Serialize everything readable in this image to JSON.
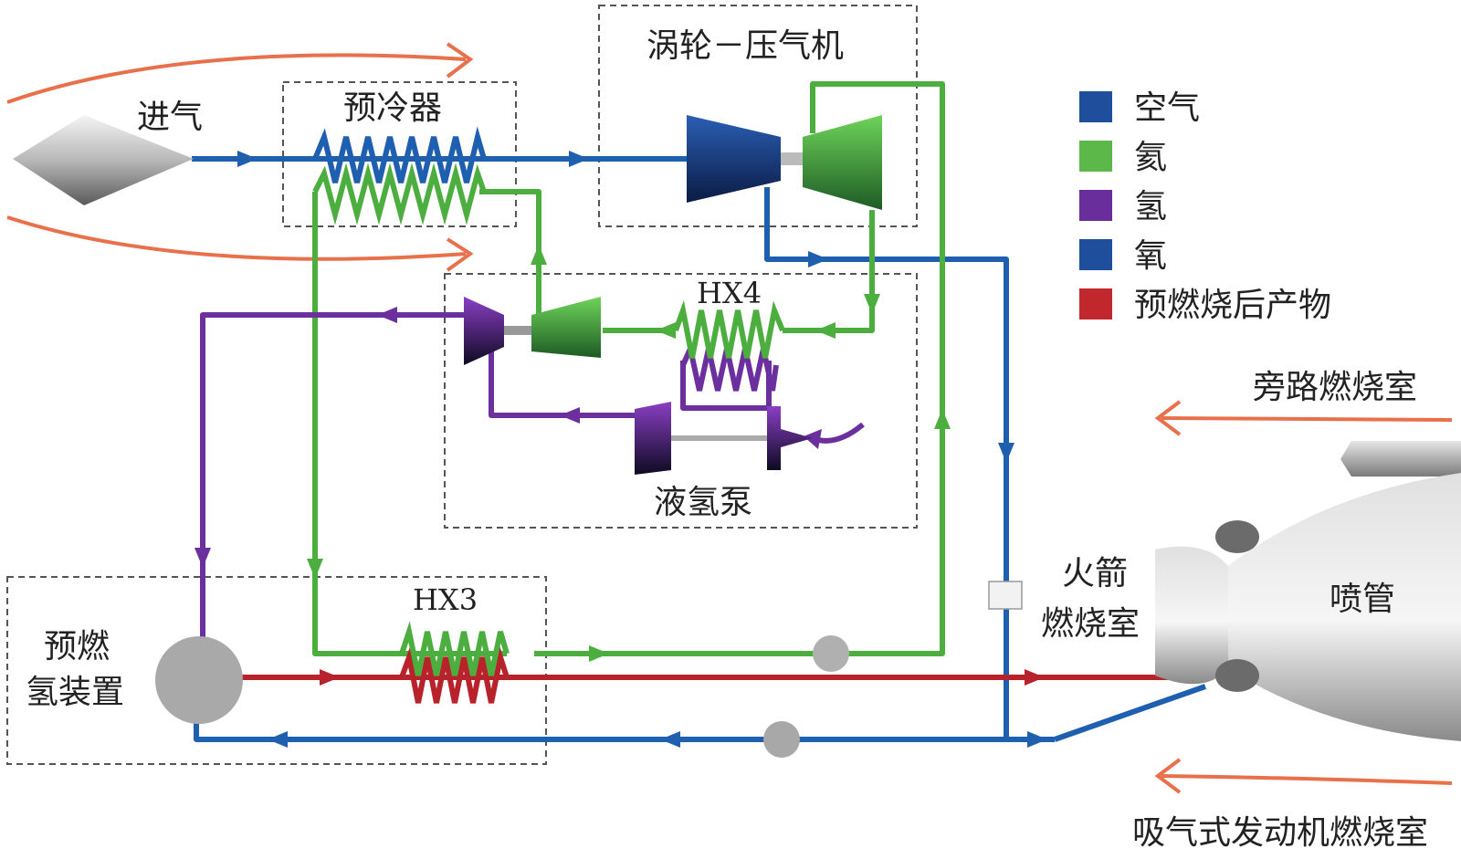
{
  "labels": {
    "intake": "进气",
    "precooler": "预冷器",
    "turbo_compressor": "涡轮－压气机",
    "hx4": "HX4",
    "lh2_pump": "液氢泵",
    "preburner": "预燃\n氢装置",
    "preburner_line1": "预燃",
    "preburner_line2": "氢装置",
    "hx3": "HX3",
    "rocket_chamber_line1": "火箭",
    "rocket_chamber_line2": "燃烧室",
    "nozzle": "喷管",
    "bypass_combustor": "旁路燃烧室",
    "airbreathing_combustor": "吸气式发动机燃烧室"
  },
  "legend": [
    {
      "label": "空气",
      "color": "#1f4e9c"
    },
    {
      "label": "氦",
      "color": "#5cb848"
    },
    {
      "label": "氢",
      "color": "#6a2d9c"
    },
    {
      "label": "氧",
      "color": "#1f4e9c"
    },
    {
      "label": "预燃烧后产物",
      "color": "#c0282d"
    }
  ],
  "colors": {
    "air": "#1f5fb0",
    "helium": "#4cae3e",
    "hydrogen": "#6b2f9e",
    "oxygen": "#1f5fb0",
    "products": "#b8222a",
    "flow_arrow": "#e8704a"
  }
}
